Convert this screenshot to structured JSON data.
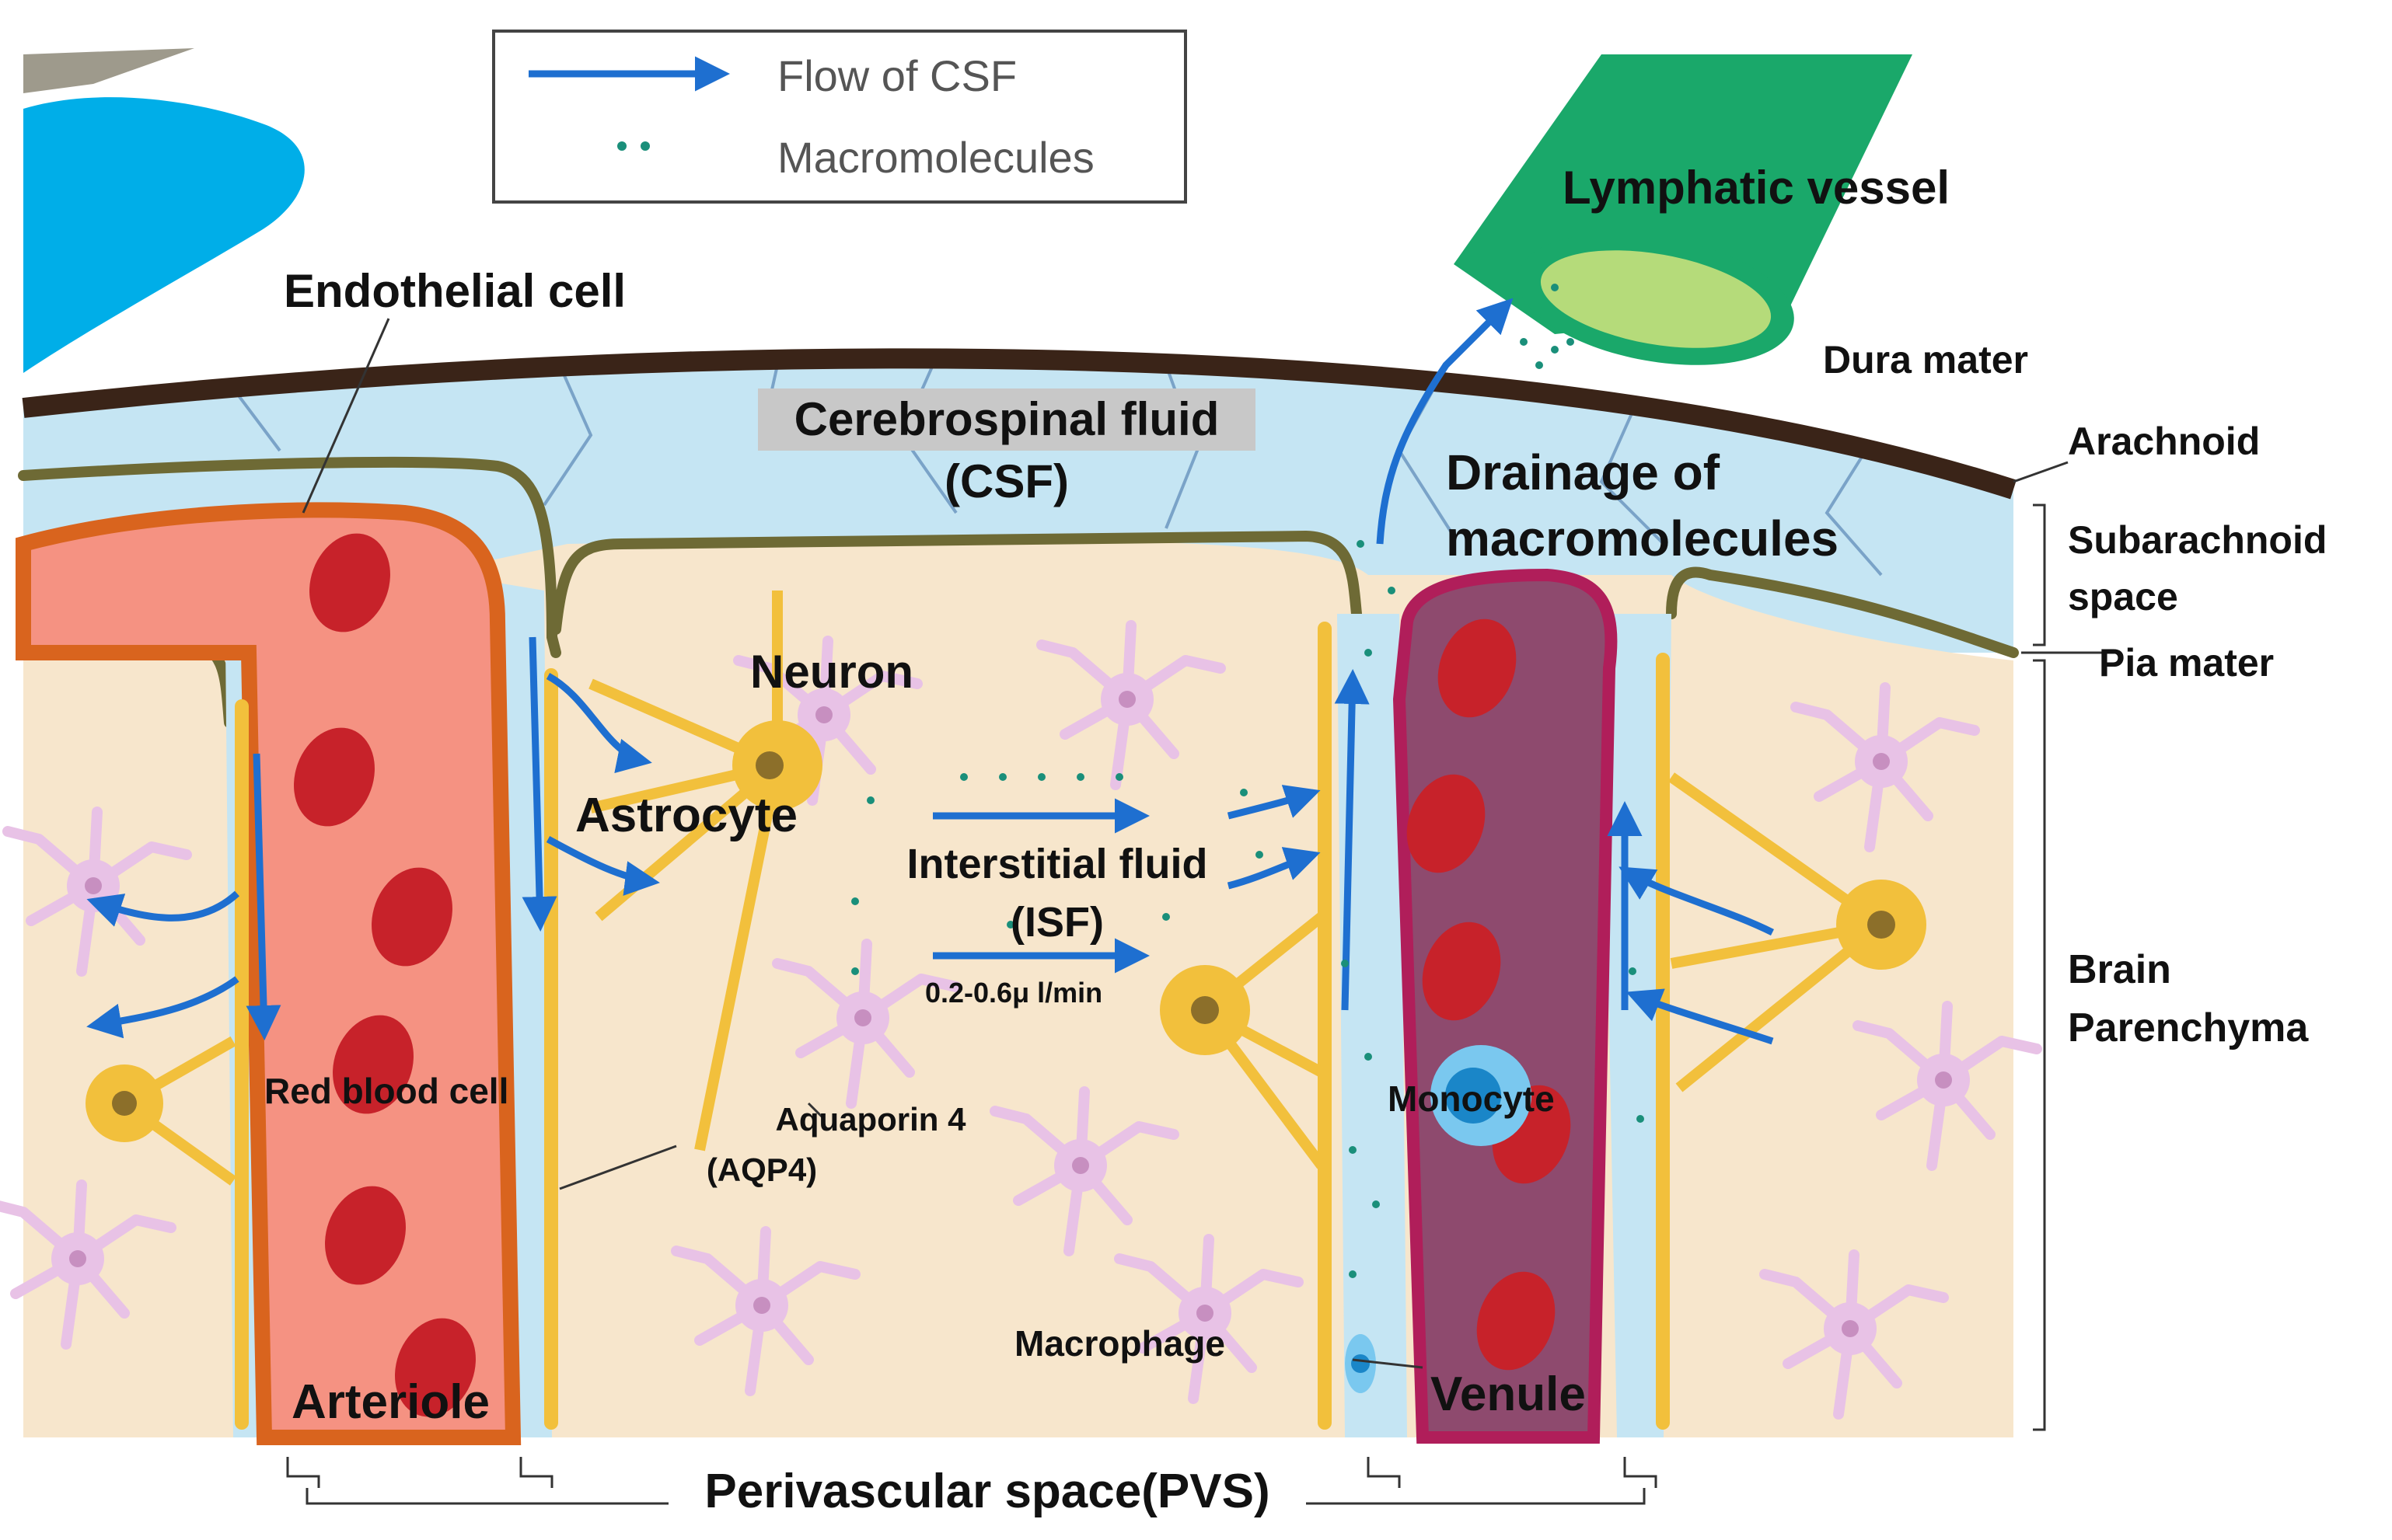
{
  "legend": {
    "flow_label": "Flow of CSF",
    "macro_label": "Macromolecules"
  },
  "labels": {
    "lymphatic_vessel": "Lymphatic vessel",
    "endothelial_cell": "Endothelial cell",
    "dura_mater": "Dura mater",
    "csf_line1": "Cerebrospinal fluid",
    "csf_line2": "(CSF)",
    "arachnoid": "Arachnoid",
    "drainage_line1": "Drainage of",
    "drainage_line2": "macromolecules",
    "subarachnoid_line1": "Subarachnoid",
    "subarachnoid_line2": "space",
    "pia_mater": "Pia mater",
    "neuron": "Neuron",
    "astrocyte": "Astrocyte",
    "isf_line1": "Interstitial  fluid",
    "isf_line2": "(ISF)",
    "isf_rate": "0.2-0.6μ l/min",
    "brain_line1": "Brain",
    "brain_line2": "Parenchyma",
    "red_blood_cell": "Red blood cell",
    "aqp4_line1": "Aquaporin 4",
    "aqp4_line2": "(AQP4)",
    "monocyte": "Monocyte",
    "macrophage": "Macrophage",
    "arteriole": "Arteriole",
    "venule": "Venule",
    "pvs": "Perivascular space(PVS)"
  },
  "colors": {
    "flow_arrow": "#1e6fd0",
    "macromolecule_dot": "#1a8f7a",
    "csf": "#c5e5f3",
    "parenchyma": "#f7e6cc",
    "arteriole": "#f59282",
    "arteriole_wall": "#d9641e",
    "venule": "#8e4a6e",
    "venule_wall": "#b01e5a",
    "red_blood_cell": "#c7222a",
    "astrocyte": "#f2c03c",
    "neuron": "#e8c2e6",
    "pia": "#6e6a35",
    "dura": "#3a2418",
    "lymphatic_outer": "#1aa86a",
    "lymphatic_inner": "#b5db7a",
    "ventricle": "#00aee8",
    "monocyte": "#7ac8ef"
  }
}
